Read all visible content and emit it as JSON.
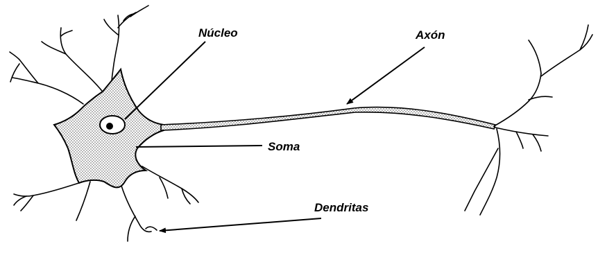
{
  "labels": {
    "nucleus": "Núcleo",
    "axon": "Axón",
    "soma": "Soma",
    "dendrites": "Dendritas"
  },
  "colors": {
    "ink": "#000000",
    "background": "#ffffff",
    "stipple": "#9a9a9a"
  }
}
